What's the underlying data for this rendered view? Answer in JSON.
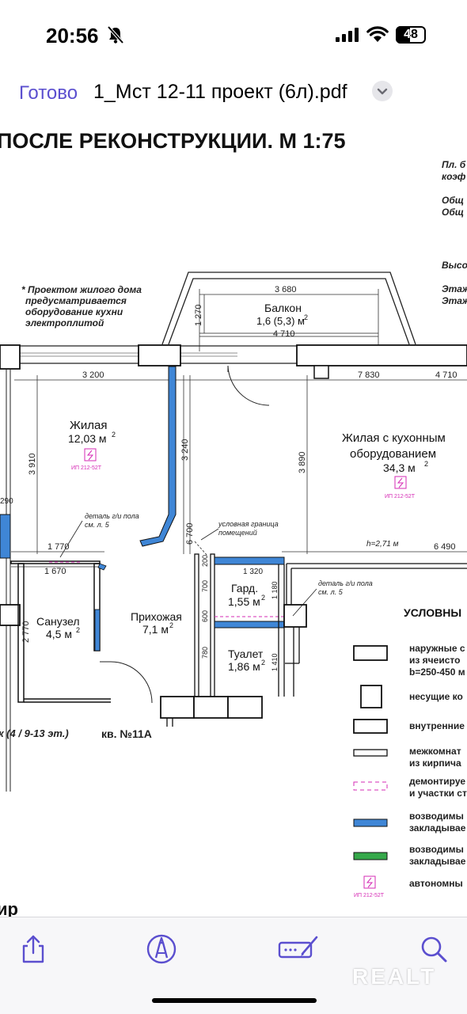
{
  "status": {
    "time": "20:56",
    "battery": "48",
    "battery_level": 0.48
  },
  "nav": {
    "done": "Готово",
    "title": "1_Мст 12-11 проект (6л).pdf"
  },
  "plan": {
    "heading": "ПОСЛЕ РЕКОНСТРУКЦИИ. М 1:75",
    "right_notes": [
      "Пл. б",
      "коэф",
      "Общ",
      "Общ",
      "Высо",
      "Этаж",
      "Этаж"
    ],
    "note_lines": [
      "* Проектом жилого дома",
      "предусматривается",
      "оборудование кухни",
      "электроплитой"
    ],
    "rooms": {
      "balcony_name": "Балкон",
      "balcony_area": "1,6 (5,3) м",
      "living1_name": "Жилая",
      "living1_area": "12,03 м",
      "living2_name_l1": "Жилая с кухонным",
      "living2_name_l2": "оборудованием",
      "living2_area": "34,3 м",
      "bath_name": "Санузел",
      "bath_area": "4,5 м",
      "hall_name": "Прихожая",
      "hall_area": "7,1 м",
      "closet_name": "Гард.",
      "closet_area": "1,55 м",
      "toilet_name": "Туалет",
      "toilet_area": "1,86 м",
      "sup": "2"
    },
    "dims": {
      "d3680": "3 680",
      "d1270": "1 270",
      "d4710a": "4 710",
      "d3200": "3 200",
      "d7830": "7 830",
      "d4710b": "4 710",
      "d3910": "3 910",
      "d3240": "3 240",
      "d3890": "3 890",
      "d290": "290",
      "d6700": "6 700",
      "d1770": "1 770",
      "d1670": "1 670",
      "d6490": "6 490",
      "d1320": "1 320",
      "d200": "200",
      "d700": "700",
      "d1180": "1 180",
      "d600": "600",
      "d2770": "2 770",
      "d780": "780",
      "d1410": "1 410",
      "h": "h=2,71 м"
    },
    "labels": {
      "detail1_l1": "деталь г/и пола",
      "detail1_l2": "см. л. 5",
      "detail2_l1": "деталь г/и пола",
      "detail2_l2": "см. л. 5",
      "border_l1": "условная граница",
      "border_l2": "помещений",
      "ip1": "ИП 212-52Т",
      "ip2": "ИП 212-52Т",
      "floor": "к (4 / 9-13 эт.)",
      "apt": "кв. №11А",
      "bottom_cut": "ир"
    },
    "legend": {
      "title": "УСЛОВНЫ",
      "items": [
        {
          "l1": "наружные с",
          "l2": "из ячеисто",
          "l3": "b=250-450 м"
        },
        {
          "l1": "несущие ко"
        },
        {
          "l1": "внутренние"
        },
        {
          "l1": "межкомнат",
          "l2": "из кирпича"
        },
        {
          "l1": "демонтируе",
          "l2": "и участки ст"
        },
        {
          "l1": "возводимы",
          "l2": "закладывае"
        },
        {
          "l1": "возводимы",
          "l2": "закладывае"
        },
        {
          "l1": "автономны"
        }
      ],
      "ip_label": "ИП 212-52Т"
    },
    "colors": {
      "blue": "#3f86d6",
      "green": "#35a84a",
      "magenta": "#d62bb5"
    }
  },
  "toolbar": {
    "icons": [
      "share-icon",
      "markup-icon",
      "sign-icon",
      "search-icon"
    ]
  },
  "watermark": "REALT"
}
